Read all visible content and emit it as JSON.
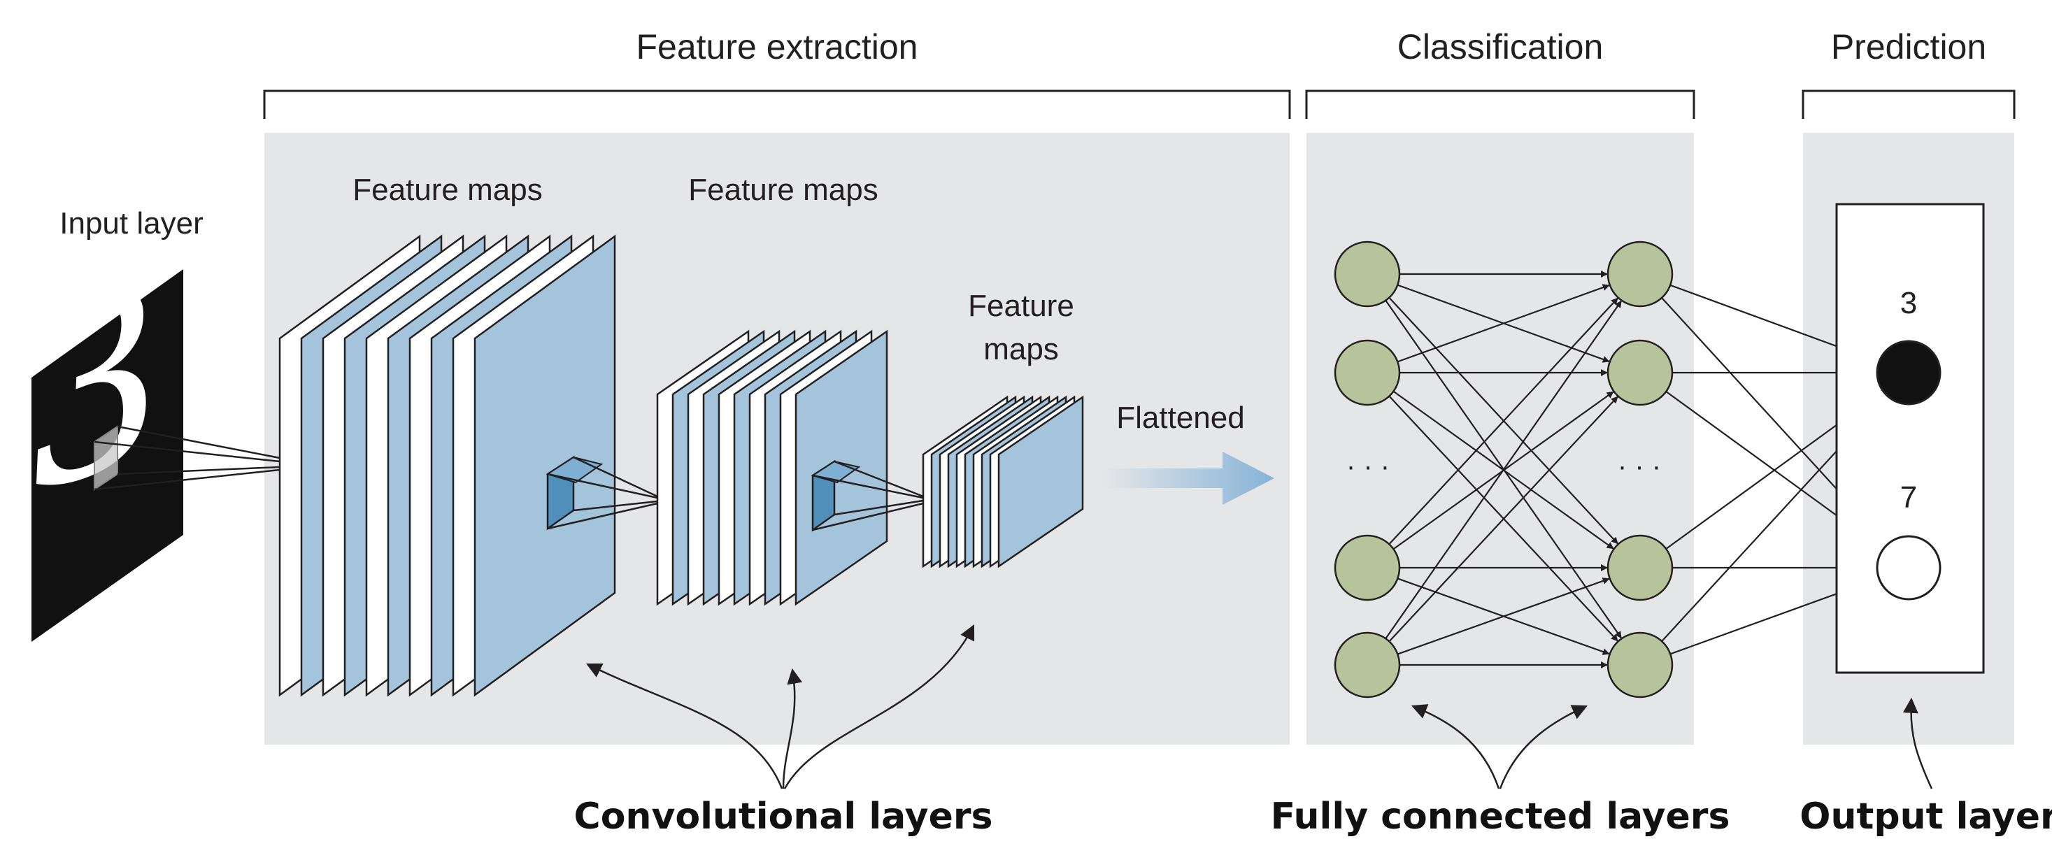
{
  "labels": {
    "input_layer": "Input layer",
    "feature_extraction": "Feature extraction",
    "classification": "Classification",
    "prediction": "Prediction",
    "feature_maps_1": "Feature maps",
    "feature_maps_2": "Feature maps",
    "feature_maps_3_line1": "Feature",
    "feature_maps_3_line2": "maps",
    "flattened": "Flattened",
    "ellipsis_left": "· · ·",
    "ellipsis_right": "· · ·",
    "output_3": "3",
    "output_7": "7",
    "convolutional_layers": "Convolutional layers",
    "fully_connected_layers": "Fully connected layers",
    "output_layer": "Output layer"
  },
  "colors": {
    "panel": "#e5e6e8",
    "map_blue": "#a4c4dc",
    "map_white": "#ffffff",
    "kernel": "#4f8fba",
    "neuron": "#b7c49b",
    "arrow_fade": "#86b3d7",
    "output_active": "#111111",
    "stroke": "#231f20"
  },
  "input_digit": "3"
}
